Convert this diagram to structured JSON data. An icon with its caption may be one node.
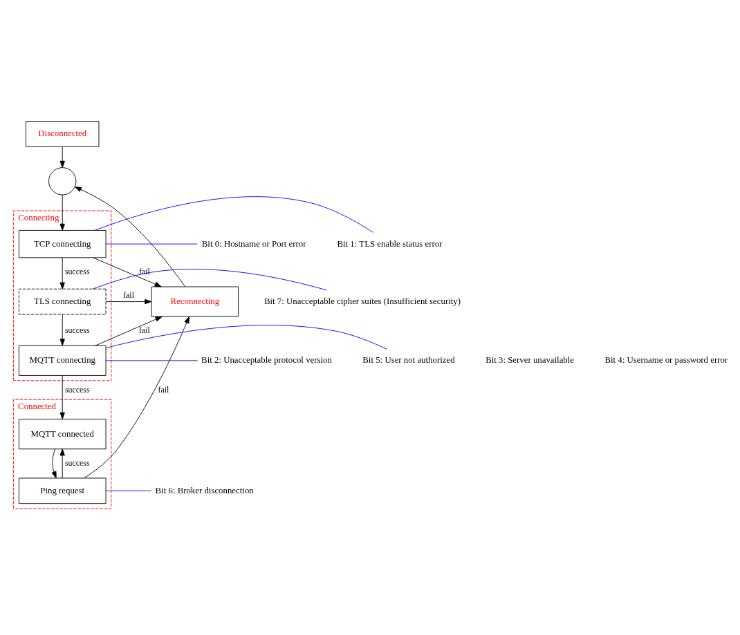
{
  "diagram": {
    "nodes": [
      {
        "text": [
          "Disconnected"
        ]
      },
      {
        "text": [],
        "shape": "circle"
      },
      {
        "text": [
          "Connecting"
        ]
      },
      {
        "text": [
          "TCP connecting"
        ],
        "in": 2
      },
      {
        "text": [
          "TLS connecting"
        ],
        "in": 2
      },
      {
        "text": [
          "MQTT connecting"
        ],
        "in": 2
      },
      {
        "text": [
          "Reconnecting"
        ]
      },
      {
        "text": [
          "Connected"
        ]
      },
      {
        "text": [
          "MQTT connected"
        ],
        "in": 7
      },
      {
        "text": [
          "Ping request"
        ],
        "in": 7
      },
      {
        "text": [
          "Bit 0: Hostname or Port error"
        ]
      },
      {
        "text": [
          "Bit 1: TLS enable status error"
        ]
      },
      {
        "text": [
          "Bit 7: Unacceptable cipher suites (Insufficient security)"
        ]
      },
      {
        "text": [
          "Bit 2: Unacceptable protocol version"
        ]
      },
      {
        "text": [
          "Bit 5: User not authorized"
        ]
      },
      {
        "text": [
          "Bit 6: Broker disconnection"
        ]
      }
    ],
    "edges": [
      {
        "from": 0,
        "to": 1,
        "arrow": "to"
      },
      {
        "from": 1,
        "to": 3,
        "arrow": "to"
      },
      {
        "from": 3,
        "to": 4,
        "arrow": "to",
        "label": "success"
      },
      {
        "from": 4,
        "to": 5,
        "arrow": "to",
        "label": "success"
      },
      {
        "from": 5,
        "to": 8,
        "arrow": "to",
        "label": "success"
      },
      {
        "from": 8,
        "to": 9,
        "arrow": "to"
      },
      {
        "from": 9,
        "to": 8,
        "arrow": "to",
        "label": "success"
      },
      {
        "from": 3,
        "to": 6,
        "arrow": "to",
        "label": "fail"
      },
      {
        "from": 4,
        "to": 6,
        "arrow": "to",
        "label": "fail"
      },
      {
        "from": 5,
        "to": 6,
        "arrow": "to",
        "label": "fail"
      },
      {
        "from": 9,
        "to": 6,
        "arrow": "to",
        "label": "fail"
      },
      {
        "from": 6,
        "to": 1,
        "arrow": "to"
      },
      {
        "from": 3,
        "to": 10,
        "arrow": "none",
        "color": "#0000ff"
      },
      {
        "from": 3,
        "to": 11,
        "arrow": "none",
        "color": "#0000ff"
      },
      {
        "from": 4,
        "to": 12,
        "arrow": "none",
        "color": "#0000ff"
      },
      {
        "from": 5,
        "to": 13,
        "arrow": "none",
        "color": "#0000ff"
      },
      {
        "from": 5,
        "to": 14,
        "arrow": "none",
        "color": "#0000ff"
      },
      {
        "from": 9,
        "to": 15,
        "arrow": "none",
        "color": "#0000ff"
      }
    ],
    "labels": [
      "Bit 3: Server unavailable",
      "Bit 4: Username or password error"
    ]
  }
}
